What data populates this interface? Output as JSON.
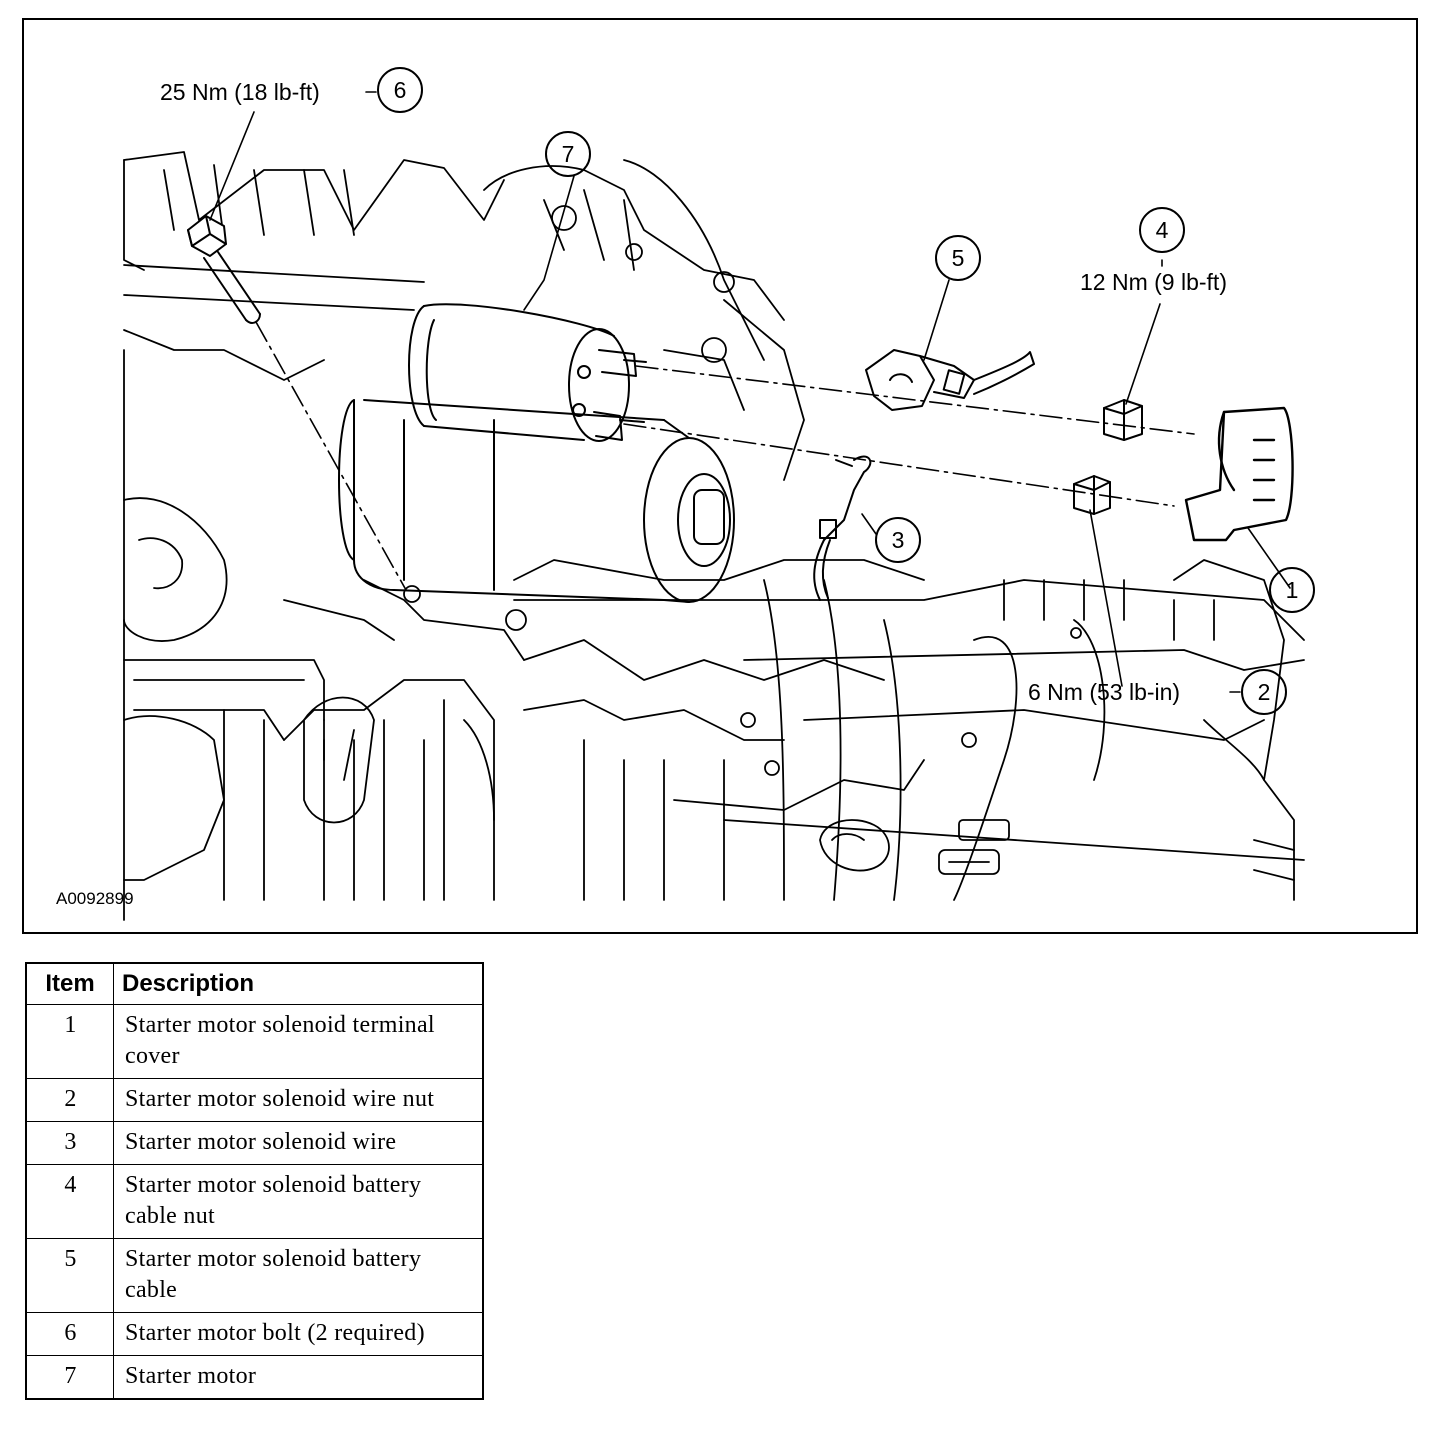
{
  "figure": {
    "code": "A0092899",
    "callouts": [
      {
        "id": "1",
        "torque": ""
      },
      {
        "id": "2",
        "torque": "6 Nm (53 lb-in)"
      },
      {
        "id": "3",
        "torque": ""
      },
      {
        "id": "4",
        "torque": "12 Nm (9 lb-ft)"
      },
      {
        "id": "5",
        "torque": ""
      },
      {
        "id": "6",
        "torque": "25 Nm (18 lb-ft)"
      },
      {
        "id": "7",
        "torque": ""
      }
    ]
  },
  "legend": {
    "headers": {
      "item": "Item",
      "description": "Description"
    },
    "rows": [
      {
        "item": "1",
        "description": "Starter motor solenoid terminal cover"
      },
      {
        "item": "2",
        "description": "Starter motor solenoid wire nut"
      },
      {
        "item": "3",
        "description": "Starter motor solenoid wire"
      },
      {
        "item": "4",
        "description": "Starter motor solenoid battery cable nut"
      },
      {
        "item": "5",
        "description": "Starter motor solenoid battery cable"
      },
      {
        "item": "6",
        "description": "Starter motor bolt (2 required)"
      },
      {
        "item": "7",
        "description": "Starter motor"
      }
    ]
  }
}
